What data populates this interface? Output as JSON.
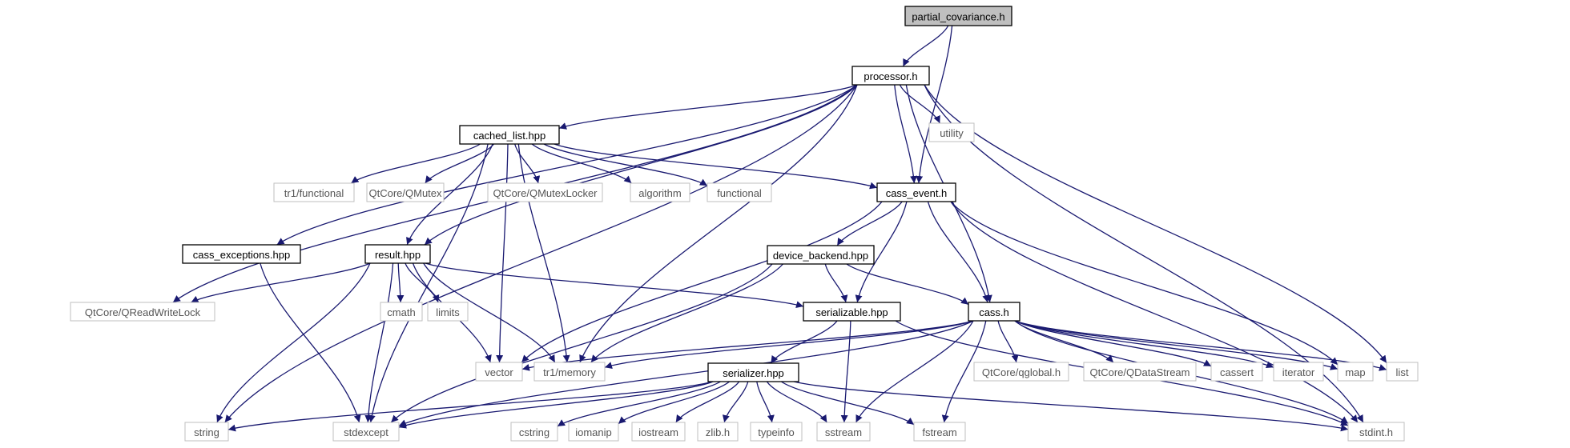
{
  "graph": {
    "nodes": [
      {
        "id": "partial_covariance",
        "label": "partial_covariance.h",
        "kind": "root"
      },
      {
        "id": "processor",
        "label": "processor.h",
        "kind": "local"
      },
      {
        "id": "utility",
        "label": "utility",
        "kind": "external"
      },
      {
        "id": "cached_list",
        "label": "cached_list.hpp",
        "kind": "local"
      },
      {
        "id": "tr1_functional",
        "label": "tr1/functional",
        "kind": "external"
      },
      {
        "id": "qmutex",
        "label": "QtCore/QMutex",
        "kind": "external"
      },
      {
        "id": "qmutexlocker",
        "label": "QtCore/QMutexLocker",
        "kind": "external"
      },
      {
        "id": "algorithm",
        "label": "algorithm",
        "kind": "external"
      },
      {
        "id": "functional",
        "label": "functional",
        "kind": "external"
      },
      {
        "id": "cass_event",
        "label": "cass_event.h",
        "kind": "local"
      },
      {
        "id": "cass_exceptions",
        "label": "cass_exceptions.hpp",
        "kind": "local"
      },
      {
        "id": "result",
        "label": "result.hpp",
        "kind": "local"
      },
      {
        "id": "device_backend",
        "label": "device_backend.hpp",
        "kind": "local"
      },
      {
        "id": "qreadwritelock",
        "label": "QtCore/QReadWriteLock",
        "kind": "external"
      },
      {
        "id": "cmath",
        "label": "cmath",
        "kind": "external"
      },
      {
        "id": "limits",
        "label": "limits",
        "kind": "external"
      },
      {
        "id": "serializable",
        "label": "serializable.hpp",
        "kind": "local"
      },
      {
        "id": "cass",
        "label": "cass.h",
        "kind": "local"
      },
      {
        "id": "vector",
        "label": "vector",
        "kind": "external"
      },
      {
        "id": "tr1_memory",
        "label": "tr1/memory",
        "kind": "external"
      },
      {
        "id": "serializer",
        "label": "serializer.hpp",
        "kind": "local"
      },
      {
        "id": "qglobal",
        "label": "QtCore/qglobal.h",
        "kind": "external"
      },
      {
        "id": "qdatastream",
        "label": "QtCore/QDataStream",
        "kind": "external"
      },
      {
        "id": "cassert",
        "label": "cassert",
        "kind": "external"
      },
      {
        "id": "iterator",
        "label": "iterator",
        "kind": "external"
      },
      {
        "id": "map",
        "label": "map",
        "kind": "external"
      },
      {
        "id": "list",
        "label": "list",
        "kind": "external"
      },
      {
        "id": "string",
        "label": "string",
        "kind": "external"
      },
      {
        "id": "stdexcept",
        "label": "stdexcept",
        "kind": "external"
      },
      {
        "id": "cstring",
        "label": "cstring",
        "kind": "external"
      },
      {
        "id": "iomanip",
        "label": "iomanip",
        "kind": "external"
      },
      {
        "id": "iostream",
        "label": "iostream",
        "kind": "external"
      },
      {
        "id": "zlib",
        "label": "zlib.h",
        "kind": "external"
      },
      {
        "id": "typeinfo",
        "label": "typeinfo",
        "kind": "external"
      },
      {
        "id": "sstream",
        "label": "sstream",
        "kind": "external"
      },
      {
        "id": "fstream",
        "label": "fstream",
        "kind": "external"
      },
      {
        "id": "stdint",
        "label": "stdint.h",
        "kind": "external"
      }
    ],
    "edges": [
      [
        "partial_covariance",
        "processor"
      ],
      [
        "partial_covariance",
        "cass_event"
      ],
      [
        "processor",
        "cached_list"
      ],
      [
        "processor",
        "result"
      ],
      [
        "processor",
        "cass_exceptions"
      ],
      [
        "processor",
        "qreadwritelock"
      ],
      [
        "processor",
        "string"
      ],
      [
        "processor",
        "tr1_memory"
      ],
      [
        "processor",
        "cass_event"
      ],
      [
        "processor",
        "utility"
      ],
      [
        "processor",
        "cass"
      ],
      [
        "processor",
        "list"
      ],
      [
        "processor",
        "stdint"
      ],
      [
        "cached_list",
        "tr1_functional"
      ],
      [
        "cached_list",
        "qmutex"
      ],
      [
        "cached_list",
        "qmutexlocker"
      ],
      [
        "cached_list",
        "algorithm"
      ],
      [
        "cached_list",
        "functional"
      ],
      [
        "cached_list",
        "cass_event"
      ],
      [
        "cached_list",
        "result"
      ],
      [
        "cached_list",
        "vector"
      ],
      [
        "cached_list",
        "tr1_memory"
      ],
      [
        "cached_list",
        "stdexcept"
      ],
      [
        "cass_event",
        "device_backend"
      ],
      [
        "cass_event",
        "serializable"
      ],
      [
        "cass_event",
        "cass"
      ],
      [
        "cass_event",
        "vector"
      ],
      [
        "cass_event",
        "map"
      ],
      [
        "cass_event",
        "stdint"
      ],
      [
        "cass_exceptions",
        "stdexcept"
      ],
      [
        "result",
        "qreadwritelock"
      ],
      [
        "result",
        "cmath"
      ],
      [
        "result",
        "limits"
      ],
      [
        "result",
        "vector"
      ],
      [
        "result",
        "tr1_memory"
      ],
      [
        "result",
        "string"
      ],
      [
        "result",
        "stdexcept"
      ],
      [
        "result",
        "serializable"
      ],
      [
        "device_backend",
        "serializable"
      ],
      [
        "device_backend",
        "cass"
      ],
      [
        "device_backend",
        "tr1_memory"
      ],
      [
        "device_backend",
        "stdexcept"
      ],
      [
        "serializable",
        "serializer"
      ],
      [
        "serializable",
        "sstream"
      ],
      [
        "serializable",
        "stdint"
      ],
      [
        "cass",
        "qglobal"
      ],
      [
        "cass",
        "qdatastream"
      ],
      [
        "cass",
        "cassert"
      ],
      [
        "cass",
        "iterator"
      ],
      [
        "cass",
        "map"
      ],
      [
        "cass",
        "list"
      ],
      [
        "cass",
        "vector"
      ],
      [
        "cass",
        "tr1_memory"
      ],
      [
        "cass",
        "stdexcept"
      ],
      [
        "cass",
        "sstream"
      ],
      [
        "cass",
        "fstream"
      ],
      [
        "cass",
        "stdint"
      ],
      [
        "serializer",
        "string"
      ],
      [
        "serializer",
        "stdexcept"
      ],
      [
        "serializer",
        "cstring"
      ],
      [
        "serializer",
        "iomanip"
      ],
      [
        "serializer",
        "iostream"
      ],
      [
        "serializer",
        "zlib"
      ],
      [
        "serializer",
        "typeinfo"
      ],
      [
        "serializer",
        "sstream"
      ],
      [
        "serializer",
        "fstream"
      ],
      [
        "serializer",
        "stdint"
      ]
    ]
  }
}
